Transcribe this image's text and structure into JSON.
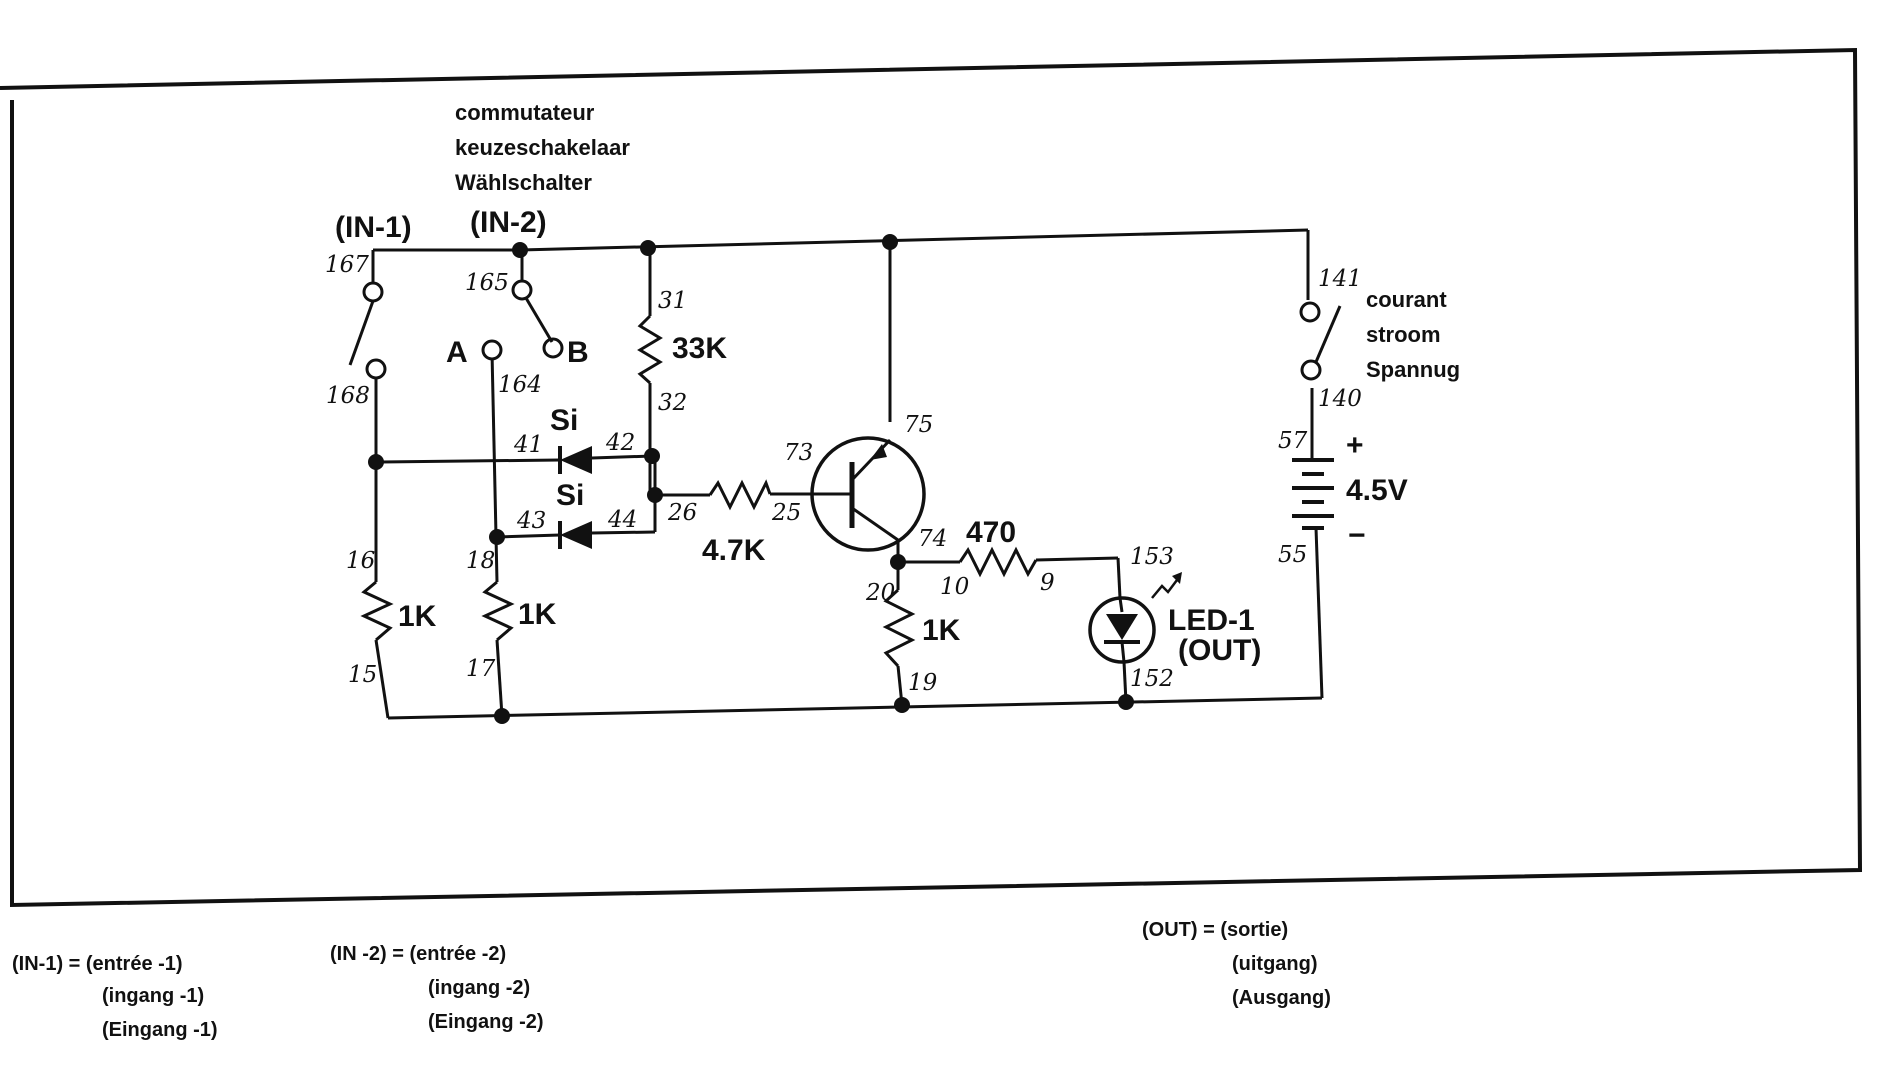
{
  "switch_label": {
    "line1": "commutateur",
    "line2": "keuzeschakelaar",
    "line3": "Wählschalter"
  },
  "inputs": {
    "in1": "(IN-1)",
    "in2": "(IN-2)",
    "pos_a": "A",
    "pos_b": "B"
  },
  "power_label": {
    "line1": "courant",
    "line2": "stroom",
    "line3": "Spannug"
  },
  "components": {
    "r33k": "33K",
    "r47k": "4.7K",
    "r470": "470",
    "r1k_a": "1K",
    "r1k_b": "1K",
    "r1k_c": "1K",
    "diode1": "Si",
    "diode2": "Si",
    "battery_voltage": "4.5V",
    "plus": "+",
    "minus": "−",
    "led_line1": "LED-1",
    "led_line2": "(OUT)"
  },
  "terminals": {
    "t167": "167",
    "t168": "168",
    "t165": "165",
    "t164": "164",
    "t31": "31",
    "t32": "32",
    "t41": "41",
    "t42": "42",
    "t43": "43",
    "t44": "44",
    "t26": "26",
    "t25": "25",
    "t73": "73",
    "t75": "75",
    "t74": "74",
    "t10": "10",
    "t9": "9",
    "t153": "153",
    "t152": "152",
    "t20": "20",
    "t19": "19",
    "t16": "16",
    "t15": "15",
    "t18": "18",
    "t17": "17",
    "t141": "141",
    "t140": "140",
    "t57": "57",
    "t55": "55"
  },
  "legend": {
    "in1": {
      "line1": "(IN-1) = (entrée -1)",
      "line2": "(ingang -1)",
      "line3": "(Eingang -1)"
    },
    "in2": {
      "line1": "(IN -2) = (entrée -2)",
      "line2": "(ingang -2)",
      "line3": "(Eingang -2)"
    },
    "out": {
      "line1": "(OUT) = (sortie)",
      "line2": "(uitgang)",
      "line3": "(Ausgang)"
    }
  }
}
